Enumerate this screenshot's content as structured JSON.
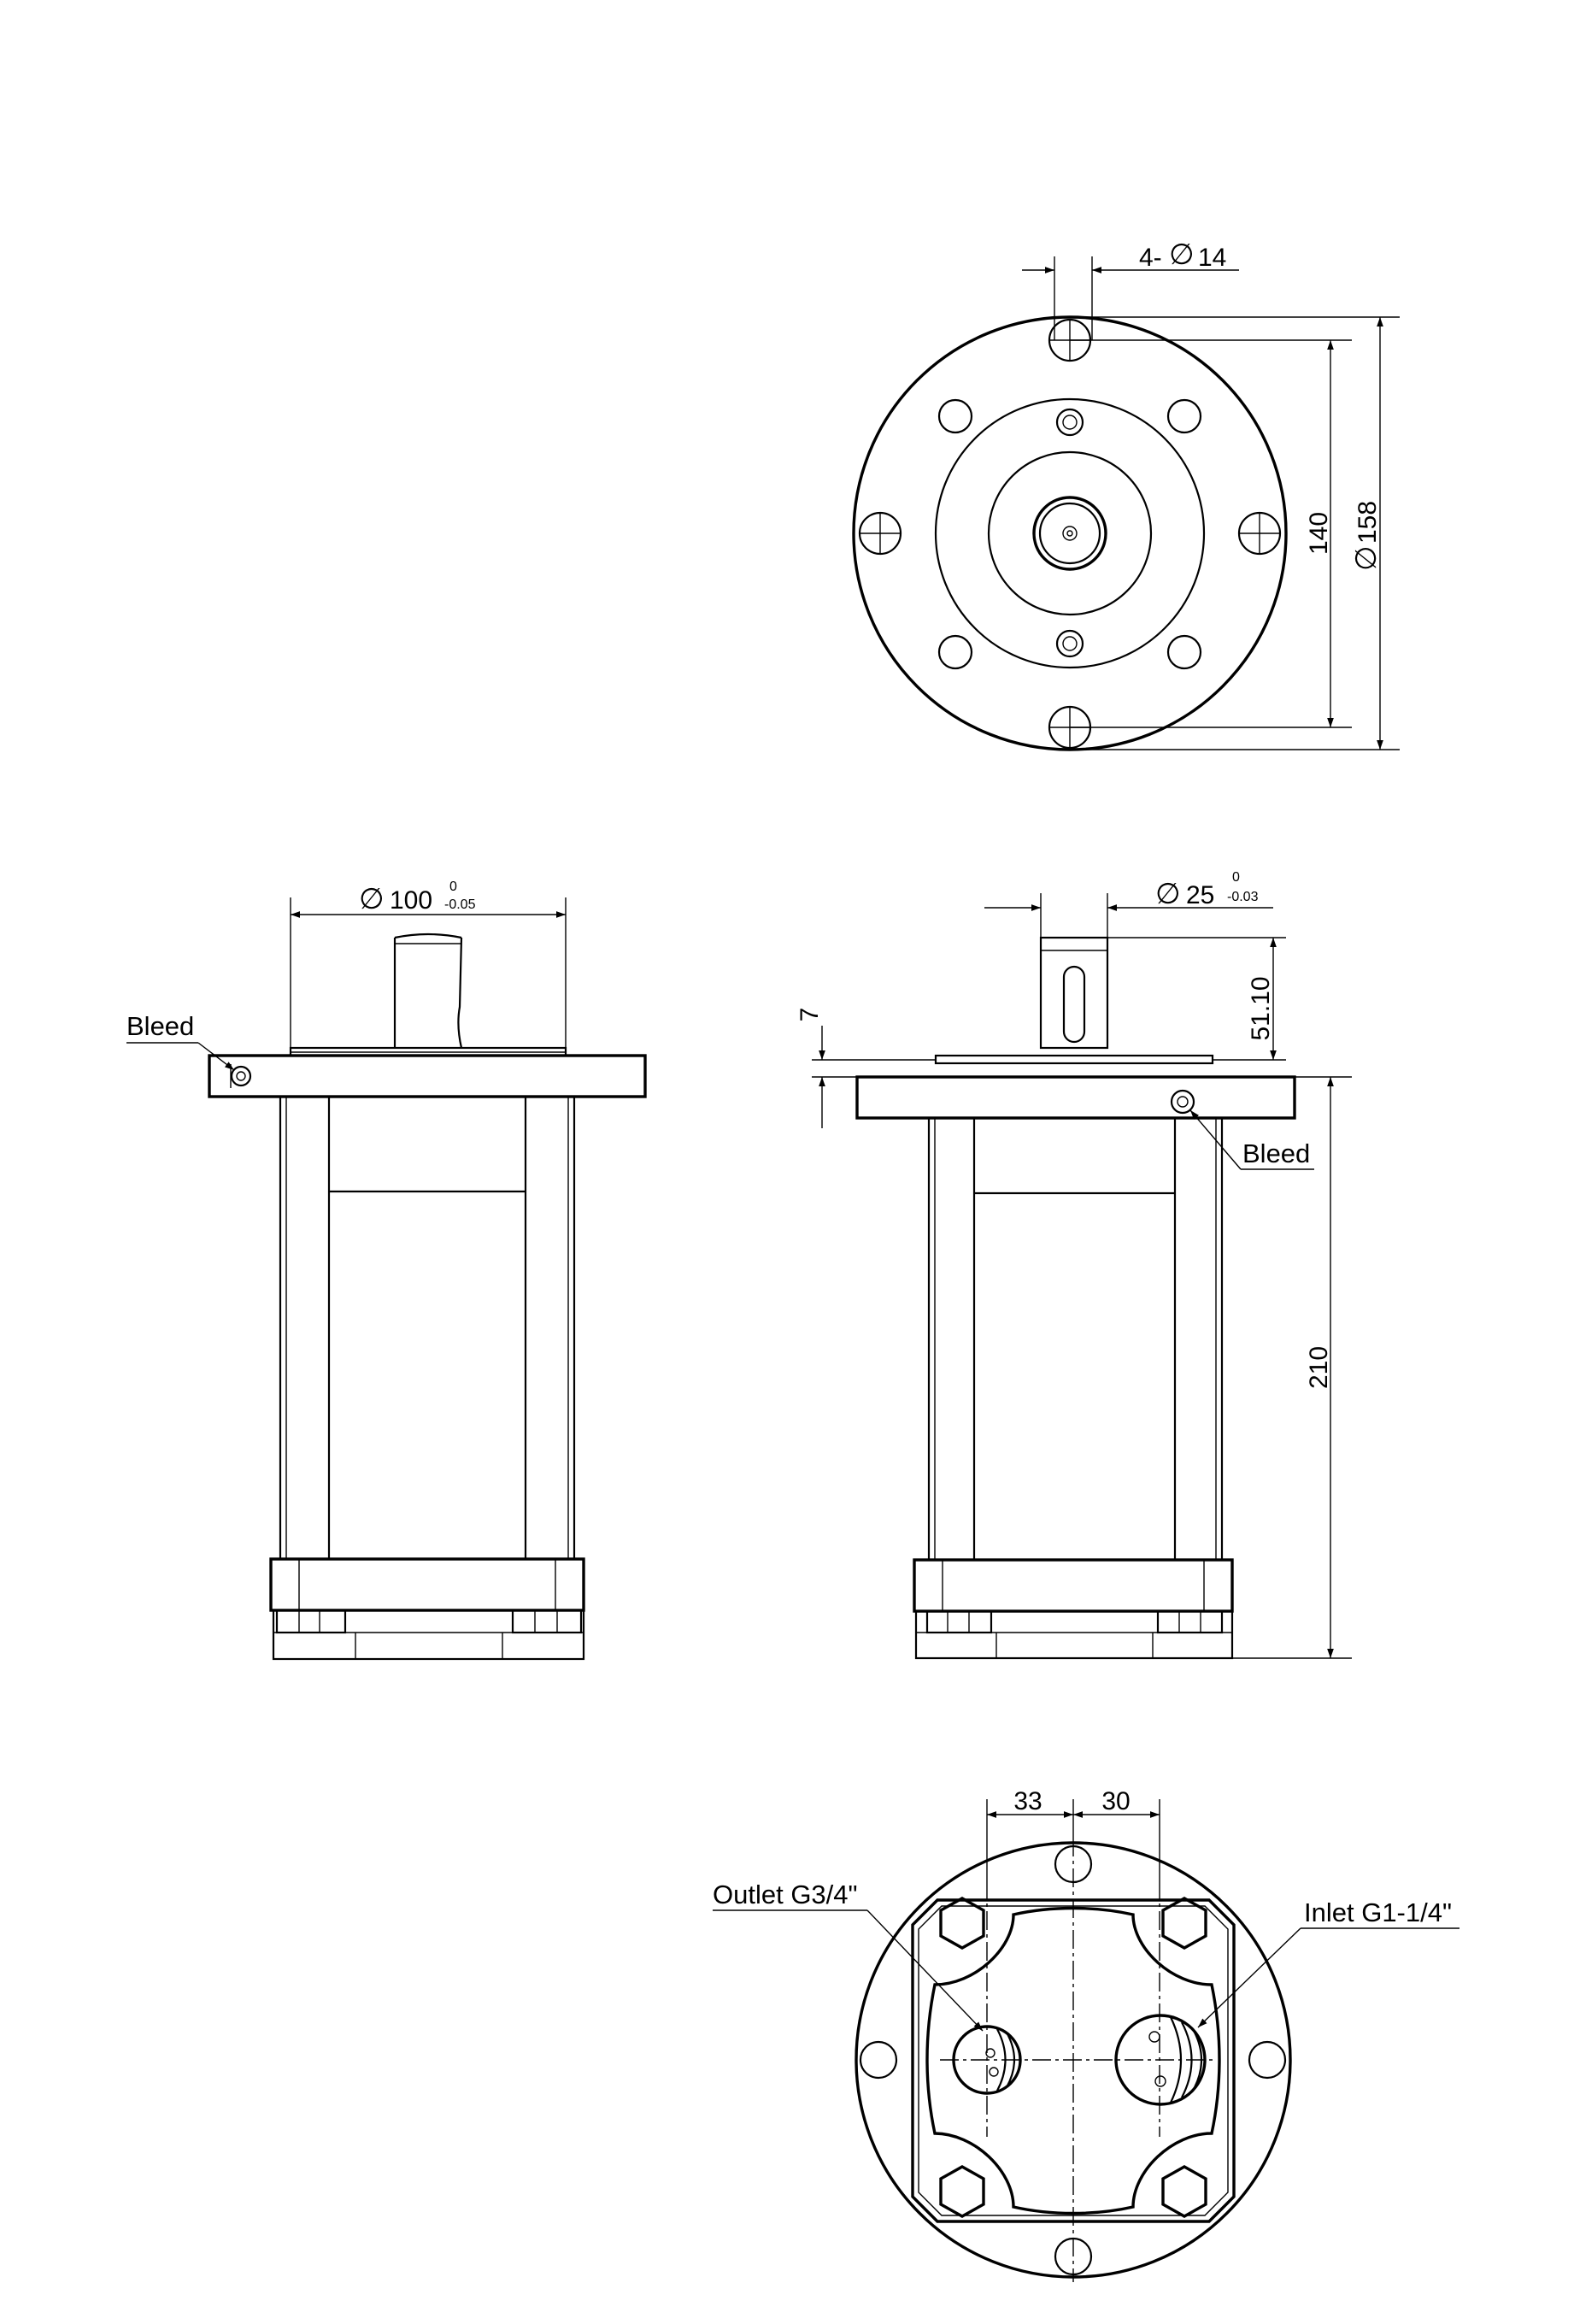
{
  "top_view": {
    "holes_dim": {
      "prefix": "4-",
      "symbol": "∅",
      "value": "14"
    },
    "pcd_dim": "140",
    "od_dim": {
      "symbol": "∅",
      "value": "158"
    }
  },
  "left_view": {
    "pilot_dim": {
      "symbol": "∅",
      "value": "100",
      "tol_upper": "0",
      "tol_lower": "-0.05"
    },
    "bleed_label": "Bleed"
  },
  "right_view": {
    "shaft_dim": {
      "symbol": "∅",
      "value": "25",
      "tol_upper": "0",
      "tol_lower": "-0.03"
    },
    "boss_dim": "7",
    "shaft_len_dim": "51.10",
    "length_dim": "210",
    "bleed_label": "Bleed"
  },
  "bottom_view": {
    "offset_left_dim": "33",
    "offset_right_dim": "30",
    "outlet_label": "Outlet G3/4\"",
    "inlet_label": "Inlet G1-1/4\""
  }
}
